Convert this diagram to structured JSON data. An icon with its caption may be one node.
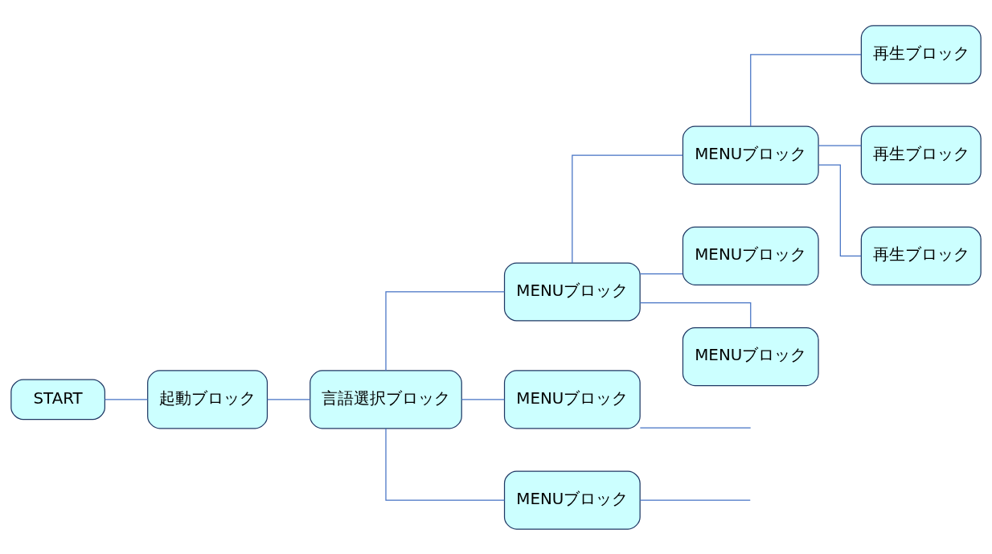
{
  "diagram": {
    "nodes": [
      {
        "text": [
          "START"
        ]
      },
      {
        "text": [
          "起動ブロック"
        ]
      },
      {
        "text": [
          "言語選択ブロック"
        ]
      },
      {
        "text": [
          "MENUブロック"
        ]
      },
      {
        "text": [
          "MENUブロック"
        ]
      },
      {
        "text": [
          "MENUブロック"
        ]
      },
      {
        "text": [
          "MENUブロック"
        ]
      },
      {
        "text": [
          "MENUブロック"
        ]
      },
      {
        "text": [
          "MENUブロック"
        ]
      },
      {
        "text": [
          "再生ブロック"
        ]
      },
      {
        "text": [
          "再生ブロック"
        ]
      },
      {
        "text": [
          "再生ブロック"
        ]
      }
    ],
    "edges": [
      {
        "from": 0,
        "to": 1,
        "arrow": "none"
      },
      {
        "from": 1,
        "to": 2,
        "arrow": "none"
      },
      {
        "from": 2,
        "to": 3,
        "arrow": "none"
      },
      {
        "from": 2,
        "to": 4,
        "arrow": "none"
      },
      {
        "from": 2,
        "to": 5,
        "arrow": "none"
      },
      {
        "from": 3,
        "to": 6,
        "arrow": "none"
      },
      {
        "from": 3,
        "to": 7,
        "arrow": "none"
      },
      {
        "from": 3,
        "to": 8,
        "arrow": "none"
      },
      {
        "from": 6,
        "to": 9,
        "arrow": "none"
      },
      {
        "from": 6,
        "to": 10,
        "arrow": "none"
      },
      {
        "from": 6,
        "to": 11,
        "arrow": "none"
      },
      {
        "from": 4,
        "to": null,
        "arrow": "none"
      },
      {
        "from": 5,
        "to": null,
        "arrow": "none"
      }
    ]
  }
}
